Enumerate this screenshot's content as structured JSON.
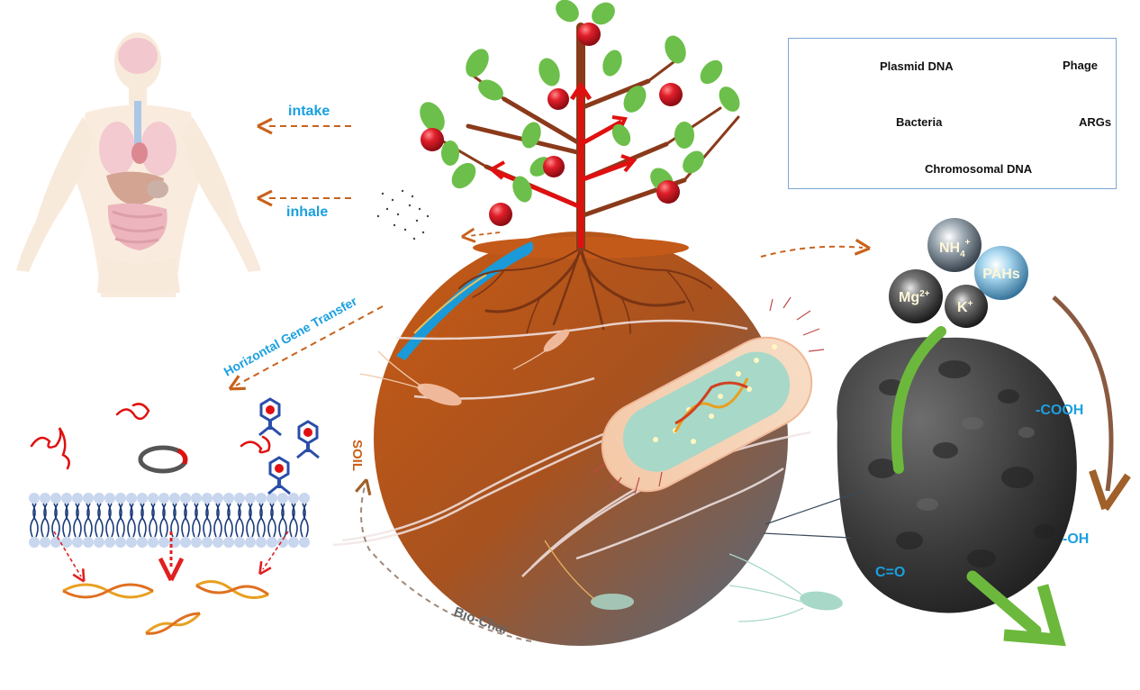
{
  "labels": {
    "intake": "intake",
    "inhale": "inhale",
    "horizontal_gene_transfer": "Horizontal Gene Transfer",
    "soil": "SOIL",
    "biochar": "Bio-Char",
    "cooh": "-COOH",
    "oh": "-OH",
    "co": "C=O"
  },
  "ions": {
    "nh4": "NH",
    "nh4_sub": "4",
    "nh4_sup": "+",
    "pahs": "PAHs",
    "mg": "Mg",
    "mg_sup": "2+",
    "k": "K",
    "k_sup": "+"
  },
  "legend": {
    "plasmid": "Plasmid DNA",
    "phage": "Phage",
    "bacteria": "Bacteria",
    "args": "ARGs",
    "chromosomal": "Chromosomal DNA"
  },
  "colors": {
    "label_blue": "#1aa0e0",
    "arrow_orange": "#c8621c",
    "soil": "#c45a1a",
    "biochar": "#3a3a3a",
    "plant_red": "#e01010",
    "leaf_green": "#6cbf4a"
  }
}
